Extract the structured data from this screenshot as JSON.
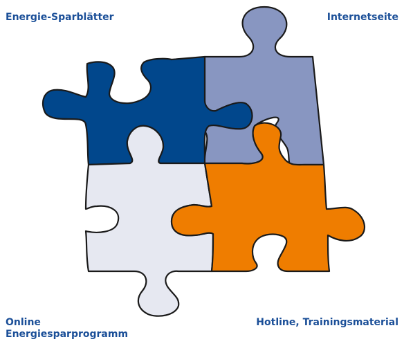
{
  "colors": {
    "label_text": "#1b4f98",
    "outline": "#1a1a1a",
    "piece_top_left": "#01478c",
    "piece_top_right": "#8896c1",
    "piece_bottom_left": "#e6e8f1",
    "piece_bottom_right": "#ef7d00"
  },
  "labels": {
    "top_left": "Energie-Sparblätter",
    "top_right": "Internetseite",
    "bottom_left_line1": "Online",
    "bottom_left_line2": "Energiesparprogramm",
    "bottom_right": "Hotline, Trainingsmaterial"
  },
  "pieces": [
    {
      "id": "top-left",
      "color_key": "piece_top_left",
      "label_key": "top_left"
    },
    {
      "id": "top-right",
      "color_key": "piece_top_right",
      "label_key": "top_right"
    },
    {
      "id": "bottom-left",
      "color_key": "piece_bottom_left",
      "label_key": "bottom_left"
    },
    {
      "id": "bottom-right",
      "color_key": "piece_bottom_right",
      "label_key": "bottom_right"
    }
  ]
}
